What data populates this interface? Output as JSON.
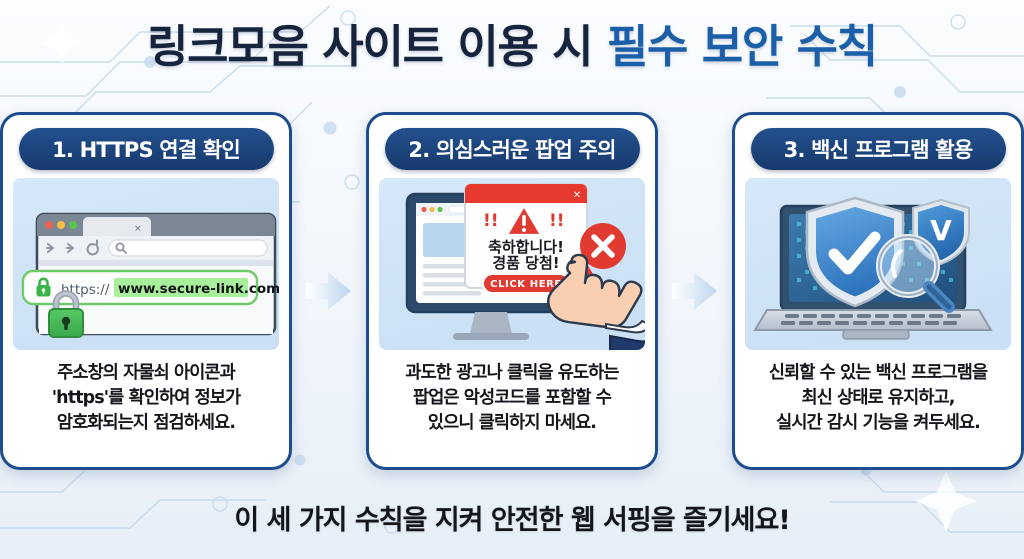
{
  "header": {
    "title_lead": "링크모음 사이트 이용 시 ",
    "title_accent": "필수 보안 수칙",
    "title_full": "링크모음 사이트 이용 시 필수 보안 수칙"
  },
  "cards": [
    {
      "badge": "1. HTTPS 연결 확인",
      "body": "주소창의 자물쇠 아이콘과\n'https'를 확인하여 정보가\n암호화되는지 점검하세요.",
      "illustration": {
        "name": "browser-https-illustration",
        "url_scheme": "https://",
        "url_domain": "www.secure-link.com",
        "tab_close_glyph": "×",
        "nav_back_glyph": "←",
        "nav_forward_glyph": "→",
        "nav_reload_glyph": "⟳",
        "search_glyph": "⌕",
        "traffic_light_colors": [
          "#ee5f53",
          "#f5bc42",
          "#58c54b"
        ],
        "lock_color": "#3bb54a",
        "highlight_color": "#a8ef9b"
      }
    },
    {
      "badge": "2. 의심스러운 팝업 주의",
      "body": "과도한 광고나 클릭을 유도하는\n팝업은 악성코드를 포함할 수\n있으니 클릭하지 마세요.",
      "illustration": {
        "name": "popup-scam-illustration",
        "popup_close_glyph": "✕",
        "warn_marks_left": "!!",
        "warn_marks_right": "!!",
        "popup_line1": "축하합니다!",
        "popup_line2": "경품 당첨!",
        "popup_button": "CLICK HERE",
        "reject_glyph": "✕",
        "popup_header_color": "#e8392f",
        "reject_badge_color": "#e03a31"
      }
    },
    {
      "badge": "3. 백신 프로그램 활용",
      "body": "신뢰할 수 있는 백신 프로그램을\n최신 상태로 유지하고,\n실시간 감시 기능을 켜두세요.",
      "illustration": {
        "name": "antivirus-laptop-illustration",
        "shield_check_glyph": "✓",
        "shield_v_glyph": "V",
        "shield_color": "#3d88d4",
        "laptop_screen_color": "#2c5f94"
      }
    }
  ],
  "arrows": [
    {
      "name": "arrow-card1-to-card2",
      "glyph": "→"
    },
    {
      "name": "arrow-card2-to-card3",
      "glyph": "→"
    }
  ],
  "footer": {
    "text": "이 세 가지 수칙을 지켜 안전한 웹 서핑을 즐기세요!"
  },
  "theme": {
    "navy": "#16243d",
    "accent_blue": "#1b5fa8",
    "card_border": "#1d4c8f",
    "badge_dark": "#163a6d",
    "illus_bg": "#cde2f6",
    "page_bg": "#eef3f9"
  }
}
